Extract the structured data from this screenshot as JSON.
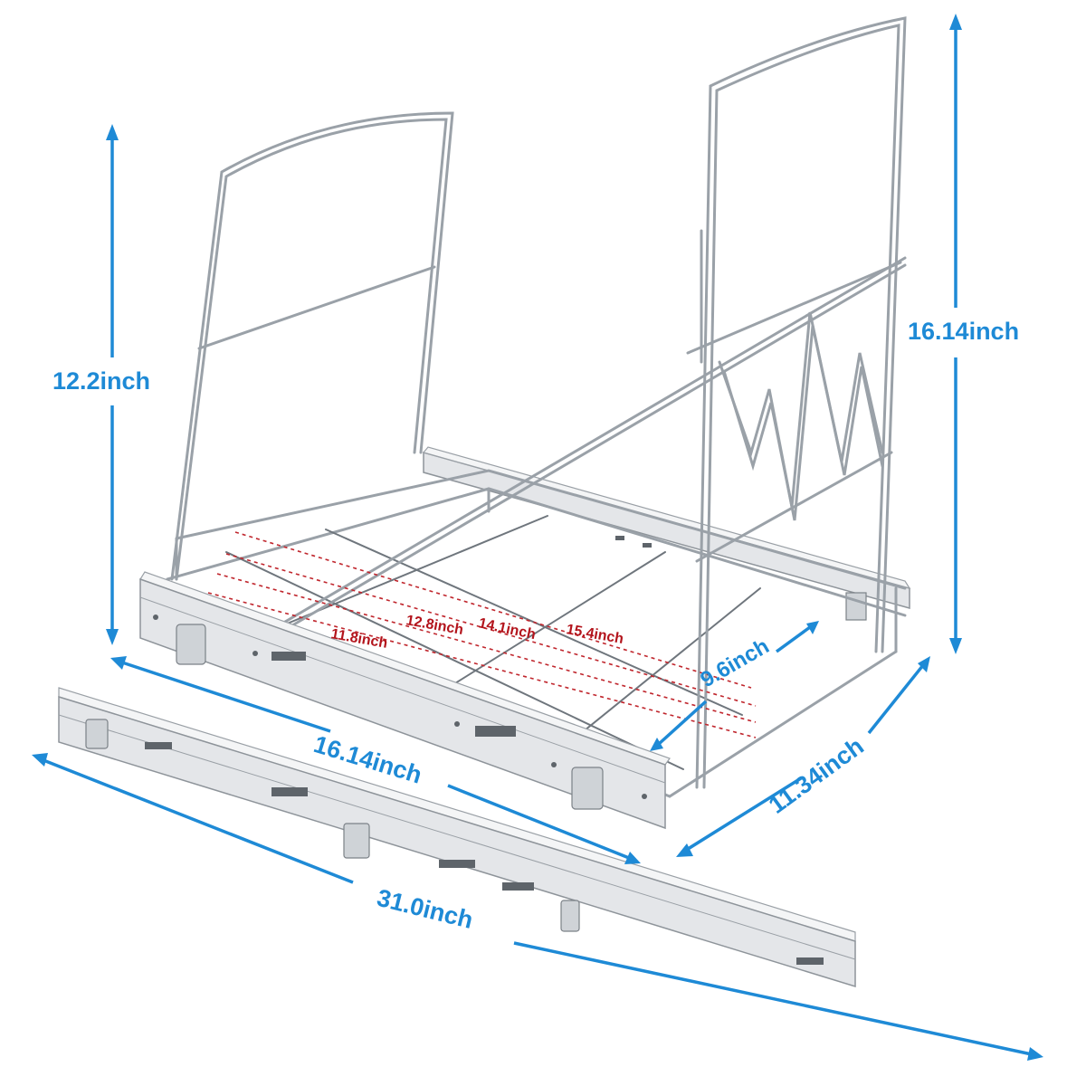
{
  "dimensions": {
    "height_left": "12.2inch",
    "height_right": "16.14inch",
    "width_front": "16.14inch",
    "depth_side": "11.34inch",
    "slide_length": "31.0inch",
    "inner_depth": "9.6inch"
  },
  "inner_widths": [
    "11.8inch",
    "12.8inch",
    "14.1inch",
    "15.4inch"
  ],
  "colors": {
    "dimension": "#1e8ad6",
    "inner_measure": "#b3141c",
    "metal": "#9aa1a8"
  }
}
